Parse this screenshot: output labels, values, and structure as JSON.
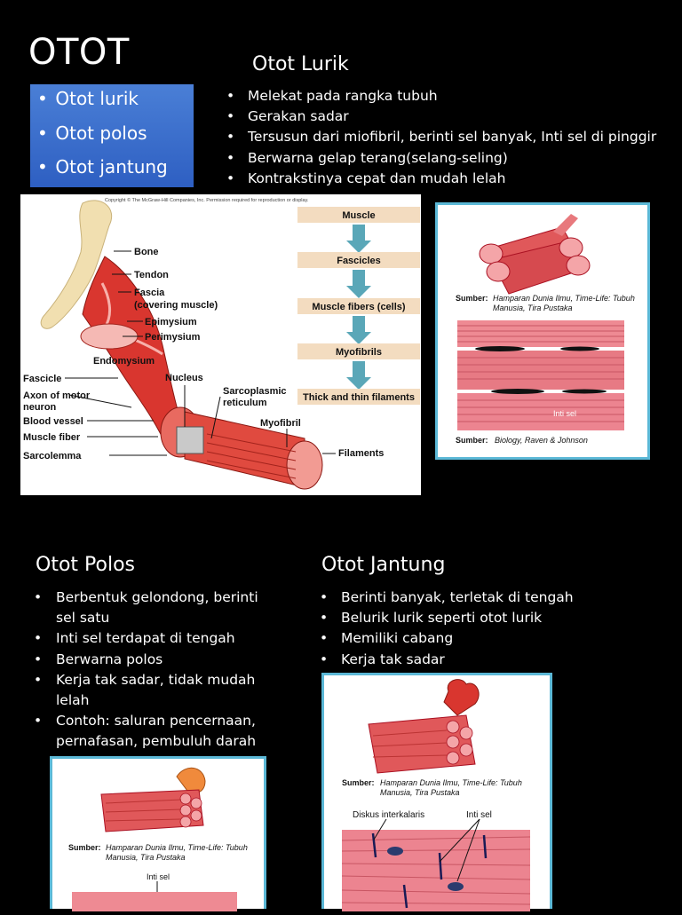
{
  "title": "OTOT",
  "menu": [
    "Otot lurik",
    "Otot polos",
    "Otot jantung"
  ],
  "lurik": {
    "heading": "Otot Lurik",
    "points": [
      "Melekat pada rangka tubuh",
      "Gerakan sadar",
      "Tersusun dari miofibril, berinti sel banyak, Inti sel di pinggir",
      "Berwarna gelap terang(selang-seling)",
      "Kontrakstinya cepat dan mudah lelah"
    ]
  },
  "diagram": {
    "copyright": "Copyright © The McGraw-Hill Companies, Inc. Permission required for reproduction or display.",
    "labels": {
      "bone": "Bone",
      "tendon": "Tendon",
      "fascia": "Fascia",
      "fascia2": "(covering muscle)",
      "epimysium": "Epimysium",
      "perimysium": "Perimysium",
      "endomysium": "Endomysium",
      "nucleus": "Nucleus",
      "fascicle": "Fascicle",
      "axon": "Axon of motor",
      "axon2": "neuron",
      "blood_vessel": "Blood vessel",
      "muscle_fiber": "Muscle fiber",
      "sarcolemma": "Sarcolemma",
      "sarco": "Sarcoplasmic",
      "sarco2": "reticulum",
      "myofibril": "Myofibril",
      "filaments": "Filaments"
    },
    "flow": [
      "Muscle",
      "Fascicles",
      "Muscle fibers (cells)",
      "Myofibrils",
      "Thick and thin filaments"
    ]
  },
  "lurik_image": {
    "source1_label": "Sumber:",
    "source1_line1": "Hamparan Dunia Ilmu, Time-Life: Tubuh",
    "source1_line2": "Manusia, Tira Pustaka",
    "nucleus_label": "Inti sel",
    "source2_label": "Sumber:",
    "source2_text": "Biology, Raven & Johnson"
  },
  "polos": {
    "heading": "Otot Polos",
    "points": [
      "Berbentuk gelondong, berinti sel satu",
      "Inti sel terdapat di tengah",
      "Berwarna polos",
      "Kerja tak sadar, tidak mudah lelah",
      "Contoh: saluran pencernaan, pernafasan, pembuluh darah"
    ]
  },
  "polos_image": {
    "source_label": "Sumber:",
    "line1": "Hamparan Dunia Ilmu, Time-Life: Tubuh",
    "line2": "Manusia, Tira Pustaka",
    "nucleus_label": "Inti sel"
  },
  "jantung": {
    "heading": "Otot Jantung",
    "points": [
      "Berinti banyak, terletak di tengah",
      "Belurik lurik seperti otot lurik",
      "Memiliki cabang",
      "Kerja tak sadar"
    ]
  },
  "jantung_image": {
    "source_label": "Sumber:",
    "line1": "Hamparan Dunia Ilmu, Time-Life: Tubuh",
    "line2": "Manusia, Tira Pustaka",
    "disk_label": "Diskus interkalaris",
    "nucleus_label": "Inti sel"
  }
}
